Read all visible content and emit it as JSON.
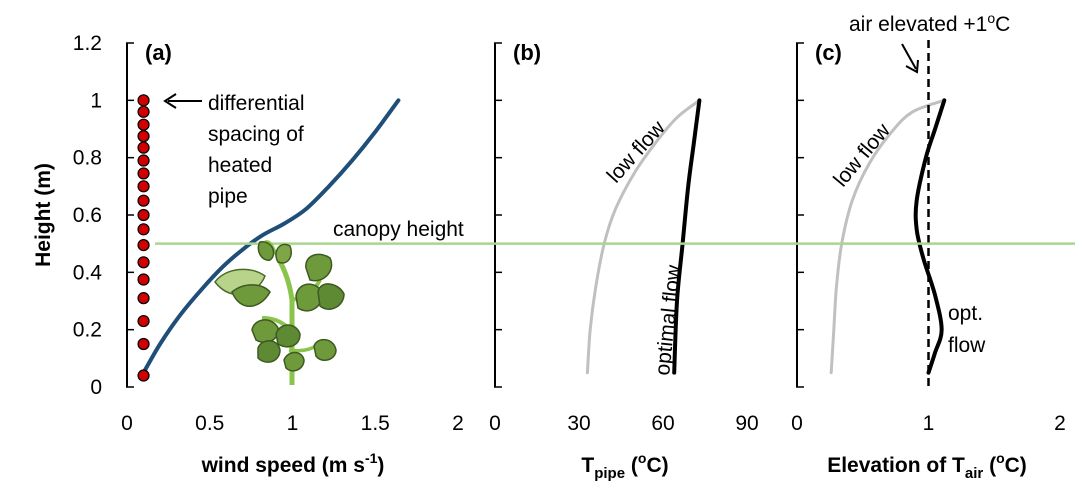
{
  "chart_data": [
    {
      "type": "line",
      "panel_label": "(a)",
      "xlabel_main": "wind speed (m s",
      "xlabel_sup": "-1",
      "xlabel_end": ")",
      "ylabel": "Height (m)",
      "xlim": [
        0,
        2
      ],
      "ylim": [
        0,
        1.2
      ],
      "xticks": [
        "0",
        "0.5",
        "1",
        "1.5",
        "2"
      ],
      "yticks": [
        "0",
        "0.2",
        "0.4",
        "0.6",
        "0.8",
        "1",
        "1.2"
      ],
      "series": [
        {
          "kind": "line",
          "color": "#1f4e79",
          "points": [
            [
              0.1,
              0.05
            ],
            [
              0.2,
              0.15
            ],
            [
              0.32,
              0.25
            ],
            [
              0.45,
              0.34
            ],
            [
              0.58,
              0.42
            ],
            [
              0.7,
              0.48
            ],
            [
              0.82,
              0.53
            ],
            [
              0.95,
              0.57
            ],
            [
              1.08,
              0.62
            ],
            [
              1.22,
              0.7
            ],
            [
              1.36,
              0.79
            ],
            [
              1.5,
              0.89
            ],
            [
              1.64,
              1.0
            ]
          ]
        },
        {
          "kind": "points",
          "color": "#d00000",
          "x": 0.1,
          "y": [
            0.04,
            0.15,
            0.23,
            0.31,
            0.375,
            0.435,
            0.495,
            0.55,
            0.6,
            0.65,
            0.7,
            0.745,
            0.79,
            0.835,
            0.875,
            0.915,
            0.96,
            1.0
          ]
        }
      ],
      "annotations": {
        "pipe": [
          "differential",
          "spacing of",
          "heated",
          "pipe"
        ],
        "canopy": "canopy height"
      },
      "canopy_height": 0.5
    },
    {
      "type": "line",
      "panel_label": "(b)",
      "xlabel_main": "T",
      "xlabel_sub": "pipe",
      "xlabel_end": " (",
      "xlabel_sup": "o",
      "xlabel_unit": "C)",
      "xlim": [
        0,
        90
      ],
      "ylim": [
        0,
        1.2
      ],
      "xticks": [
        "0",
        "30",
        "60",
        "90"
      ],
      "series": [
        {
          "kind": "line",
          "color": "#c0c0c0",
          "label": "low flow",
          "points": [
            [
              33,
              0.05
            ],
            [
              34,
              0.2
            ],
            [
              36,
              0.35
            ],
            [
              39,
              0.5
            ],
            [
              43,
              0.62
            ],
            [
              50,
              0.75
            ],
            [
              58,
              0.86
            ],
            [
              65,
              0.94
            ],
            [
              73,
              1.0
            ]
          ]
        },
        {
          "kind": "line",
          "color": "#000000",
          "label": "optimal flow",
          "points": [
            [
              64,
              0.05
            ],
            [
              65,
              0.3
            ],
            [
              67,
              0.5
            ],
            [
              69,
              0.7
            ],
            [
              71,
              0.85
            ],
            [
              73,
              1.0
            ]
          ]
        }
      ]
    },
    {
      "type": "line",
      "panel_label": "(c)",
      "xlabel_main": "Elevation of T",
      "xlabel_sub": "air",
      "xlabel_end": " (",
      "xlabel_sup": "o",
      "xlabel_unit": "C)",
      "xlim": [
        0,
        2
      ],
      "ylim": [
        0,
        1.2
      ],
      "xticks": [
        "0",
        "1",
        "2"
      ],
      "series": [
        {
          "kind": "line",
          "color": "#c0c0c0",
          "label": "low flow",
          "points": [
            [
              0.26,
              0.05
            ],
            [
              0.28,
              0.2
            ],
            [
              0.3,
              0.35
            ],
            [
              0.34,
              0.5
            ],
            [
              0.42,
              0.65
            ],
            [
              0.55,
              0.78
            ],
            [
              0.72,
              0.89
            ],
            [
              0.88,
              0.96
            ],
            [
              1.12,
              1.0
            ]
          ]
        },
        {
          "kind": "line",
          "color": "#000000",
          "label_line1": "opt.",
          "label_line2": "flow",
          "points": [
            [
              1.0,
              0.05
            ],
            [
              1.05,
              0.12
            ],
            [
              1.1,
              0.2
            ],
            [
              1.05,
              0.32
            ],
            [
              0.96,
              0.45
            ],
            [
              0.91,
              0.55
            ],
            [
              0.91,
              0.65
            ],
            [
              0.98,
              0.8
            ],
            [
              1.05,
              0.9
            ],
            [
              1.12,
              1.0
            ]
          ]
        },
        {
          "kind": "dashed",
          "color": "#000000",
          "x": 1.0,
          "label_main": "air elevated +1",
          "label_sup": "o",
          "label_end": "C"
        }
      ]
    }
  ]
}
